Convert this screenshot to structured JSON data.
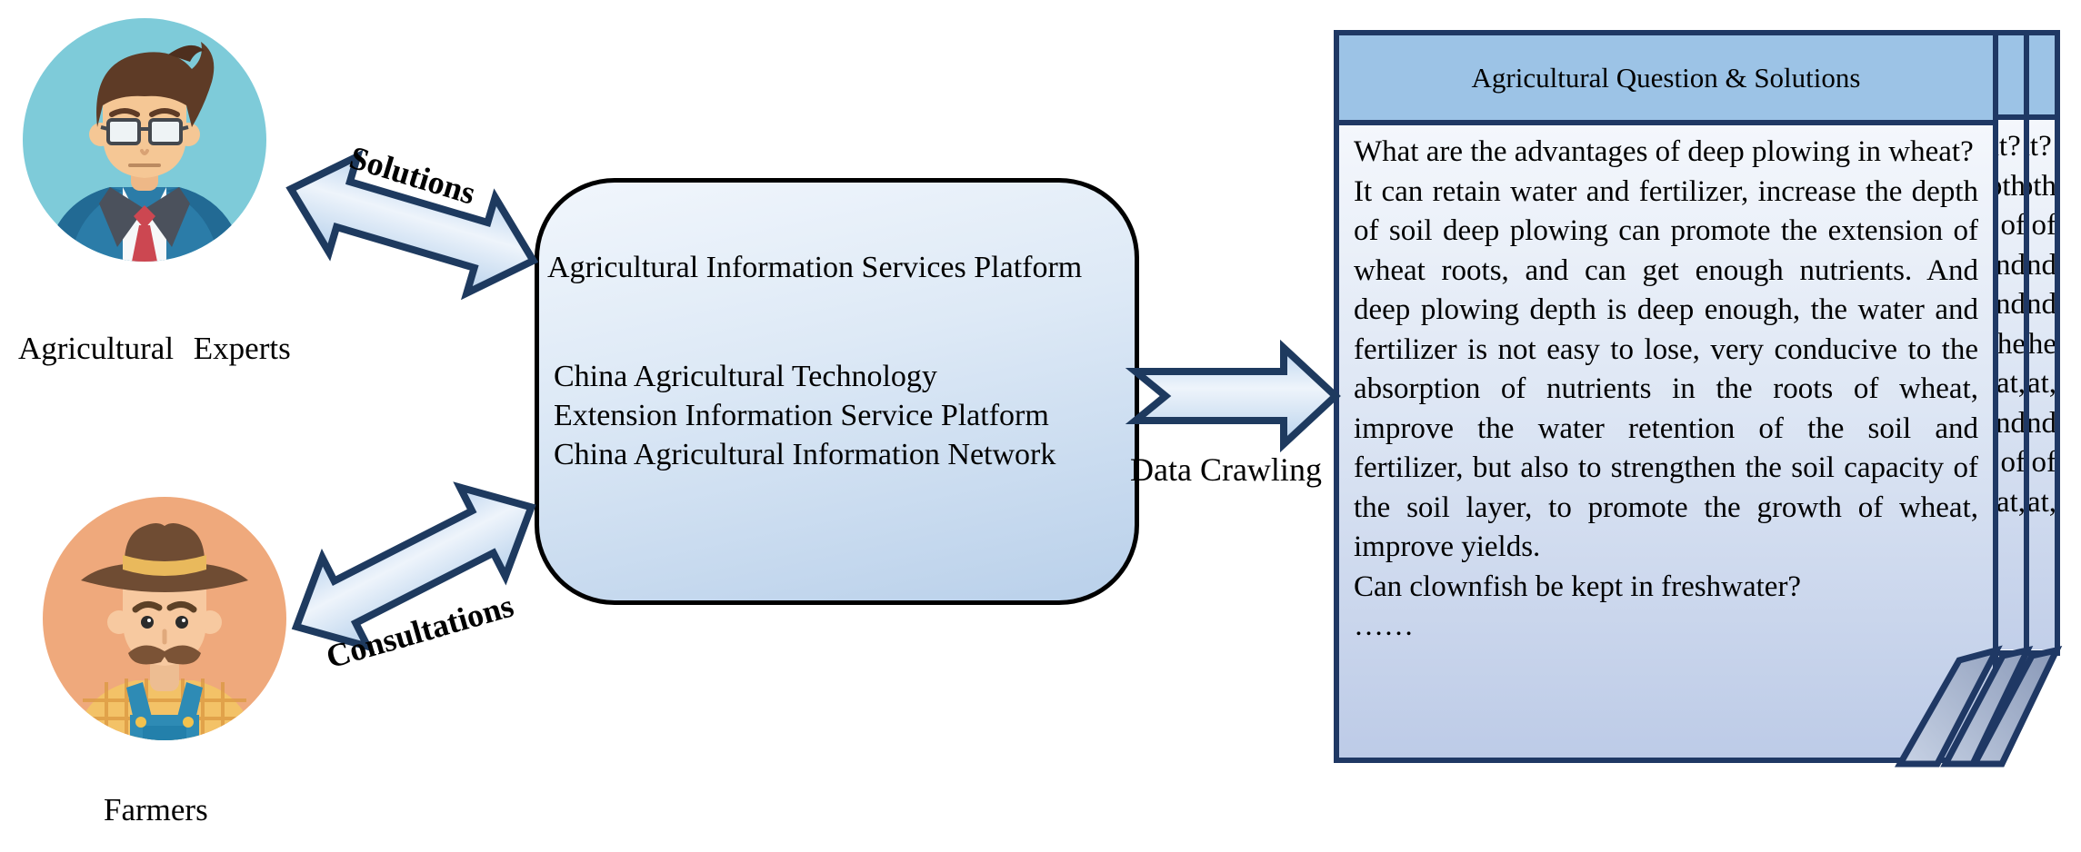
{
  "actors": {
    "experts": {
      "label": "Agricultural Experts",
      "icon": "man-with-glasses-avatar",
      "bg_color": "#7ecbd9"
    },
    "farmers": {
      "label": "Farmers",
      "icon": "farmer-with-hat-avatar",
      "bg_color": "#efa97c"
    }
  },
  "arrows": {
    "solutions": {
      "label": "Solutions",
      "direction": "two-way"
    },
    "consultations": {
      "label": "Consultations",
      "direction": "two-way"
    },
    "data_crawling": {
      "label": "Data Crawling",
      "direction": "right"
    }
  },
  "platform_box": {
    "title": "Agricultural Information Services Platform",
    "systems": [
      "China Agricultural Technology",
      "Extension Information Service Platform",
      "China Agricultural Information Network"
    ]
  },
  "qa_panel": {
    "title": "Agricultural Question & Solutions",
    "stacked_pages": 3,
    "paragraphs": [
      "What are the advantages of deep plowing in wheat?",
      "It can retain water and fertilizer, increase the depth of soil deep plowing can promote the extension of wheat roots, and can get enough nutrients. And deep plowing depth is deep enough, the water and fertilizer is not easy to lose, very conducive to the absorption of nutrients in the roots of wheat, improve the water retention of the soil and fertilizer, but also to strengthen the soil capacity of the soil layer, to promote the growth of wheat, improve yields.",
      "Can clownfish be kept in freshwater?",
      "……"
    ]
  },
  "colors": {
    "navy_outline": "#1f3864",
    "box_border": "#000000",
    "header_blue": "#9cc3e6",
    "arrow_fill_light": "#ecf3fb",
    "arrow_fill_edge": "#b9d3ee",
    "body_gradient_top": "#f4f7fc",
    "body_gradient_bottom": "#bdcbe7",
    "fold_fill": "#94a2bd",
    "expert_bg": "#7ecbd9",
    "farmer_bg": "#efa97c"
  }
}
